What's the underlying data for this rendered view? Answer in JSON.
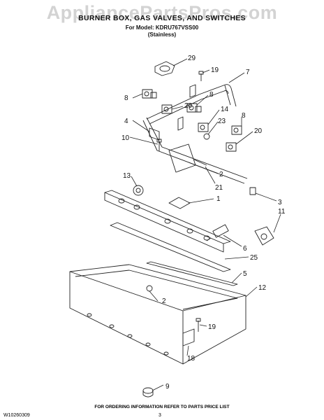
{
  "watermark": "AppliancePartsPros.com",
  "title": {
    "main": "BURNER BOX, GAS VALVES, AND SWITCHES",
    "model": "For Model: KDRU767VSS00",
    "finish": "(Stainless)"
  },
  "callouts": [
    "29",
    "19",
    "7",
    "8",
    "8",
    "20",
    "14",
    "8",
    "23",
    "20",
    "4",
    "10",
    "2",
    "21",
    "13",
    "1",
    "3",
    "11",
    "6",
    "25",
    "5",
    "12",
    "2",
    "19",
    "18",
    "9"
  ],
  "footer": {
    "ordering": "FOR ORDERING INFORMATION REFER TO PARTS PRICE LIST",
    "doc_code": "W10260309",
    "page": "3"
  }
}
